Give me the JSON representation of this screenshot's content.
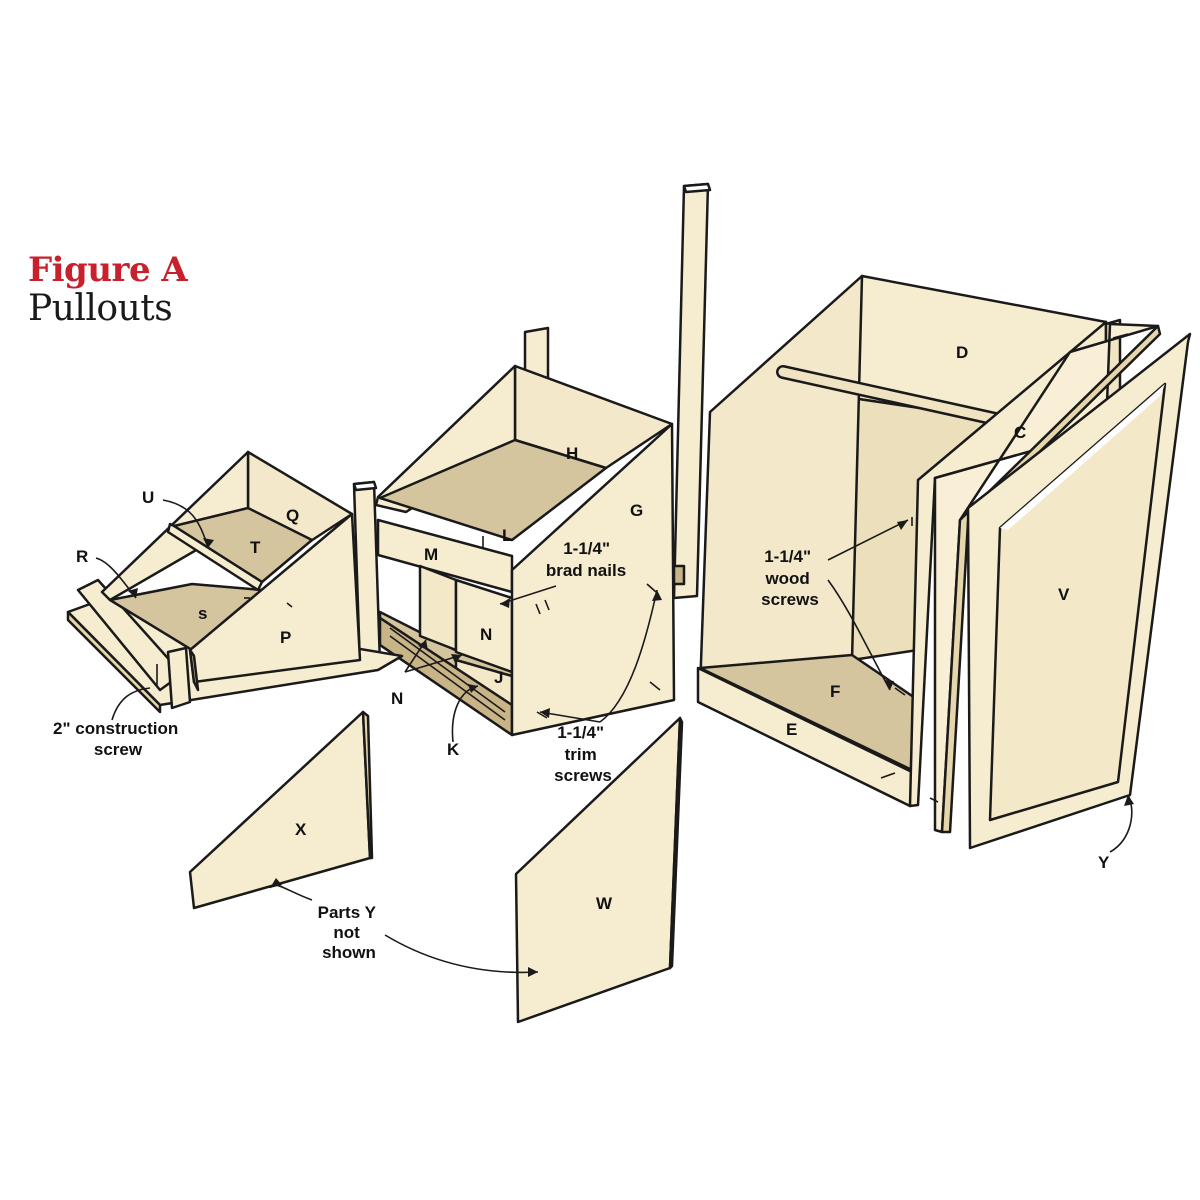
{
  "figure": {
    "title": "Figure A",
    "subtitle": "Pullouts"
  },
  "colors": {
    "panel_light": "#f6ecd0",
    "panel_mid": "#e8dab6",
    "panel_dark": "#d5c59e",
    "edge": "#c8b487",
    "title_red": "#c8202d",
    "ink": "#1a1a1a"
  },
  "parts": {
    "C": "C",
    "D": "D",
    "E": "E",
    "F": "F",
    "G": "G",
    "H": "H",
    "J": "J",
    "K": "K",
    "L": "L",
    "M": "M",
    "N": "N",
    "N2": "N",
    "P": "P",
    "Q": "Q",
    "R": "R",
    "S": "s",
    "T": "T",
    "U": "U",
    "V": "V",
    "W": "W",
    "X": "X",
    "Y": "Y"
  },
  "callouts": {
    "brad_nails": [
      "1-1/4\"",
      "brad nails"
    ],
    "wood_screws": [
      "1-1/4\"",
      "wood",
      "screws"
    ],
    "trim_screws": [
      "1-1/4\"",
      "trim",
      "screws"
    ],
    "construction_screw": [
      "2\" construction",
      "screw"
    ],
    "parts_y": [
      "Parts Y",
      "not",
      "shown"
    ]
  }
}
